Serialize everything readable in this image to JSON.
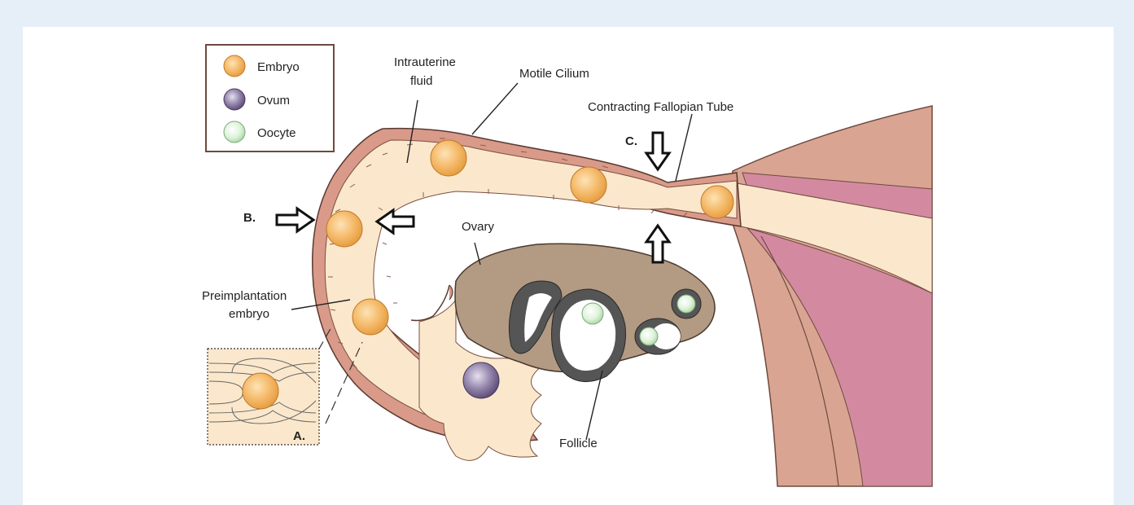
{
  "legend": {
    "items": [
      {
        "label": "Embryo",
        "color": "#f2b25a"
      },
      {
        "label": "Ovum",
        "color": "#7b6a93"
      },
      {
        "label": "Oocyte",
        "color": "#cfeccf"
      }
    ]
  },
  "labels": {
    "intrauterine_fluid_line1": "Intrauterine",
    "intrauterine_fluid_line2": "fluid",
    "motile_cilium": "Motile Cilium",
    "contracting_tube": "Contracting Fallopian Tube",
    "panel_b": "B.",
    "panel_c": "C.",
    "panel_a": "A.",
    "preimplantation_line1": "Preimplantation",
    "preimplantation_line2": "embryo",
    "ovary": "Ovary",
    "follicle": "Follicle"
  },
  "colors": {
    "background": "#e6eef8",
    "tube_wall": "#d99a8a",
    "tube_lumen": "#fbe8cc",
    "ovary": "#b39a82",
    "uterus_wall": "#d9a090",
    "uterus_inner": "#d38aa0"
  }
}
